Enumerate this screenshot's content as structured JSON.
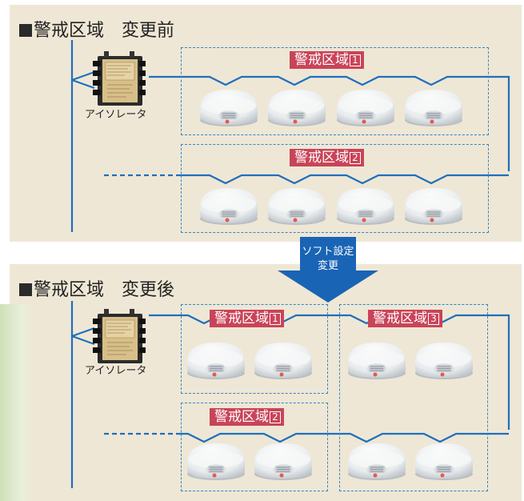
{
  "before": {
    "title": "警戒区域　変更前",
    "isolator_label": "アイソレータ",
    "zones": [
      {
        "label": "警戒区域",
        "num": "1"
      },
      {
        "label": "警戒区域",
        "num": "2"
      }
    ]
  },
  "arrow": {
    "line1": "ソフト設定",
    "line2": "変更"
  },
  "after": {
    "title": "警戒区域　変更後",
    "isolator_label": "アイソレータ",
    "zones": [
      {
        "label": "警戒区域",
        "num": "1"
      },
      {
        "label": "警戒区域",
        "num": "2"
      },
      {
        "label": "警戒区域",
        "num": "3"
      }
    ]
  },
  "colors": {
    "wire": "#1f6fbd",
    "zone_border": "#2f86c9",
    "label_bg": "#c94459",
    "panel_bg": "#efe7d5",
    "arrow": "#1a64b5"
  },
  "icons": [
    "smoke-detector-icon",
    "isolator-icon",
    "down-arrow-icon"
  ]
}
